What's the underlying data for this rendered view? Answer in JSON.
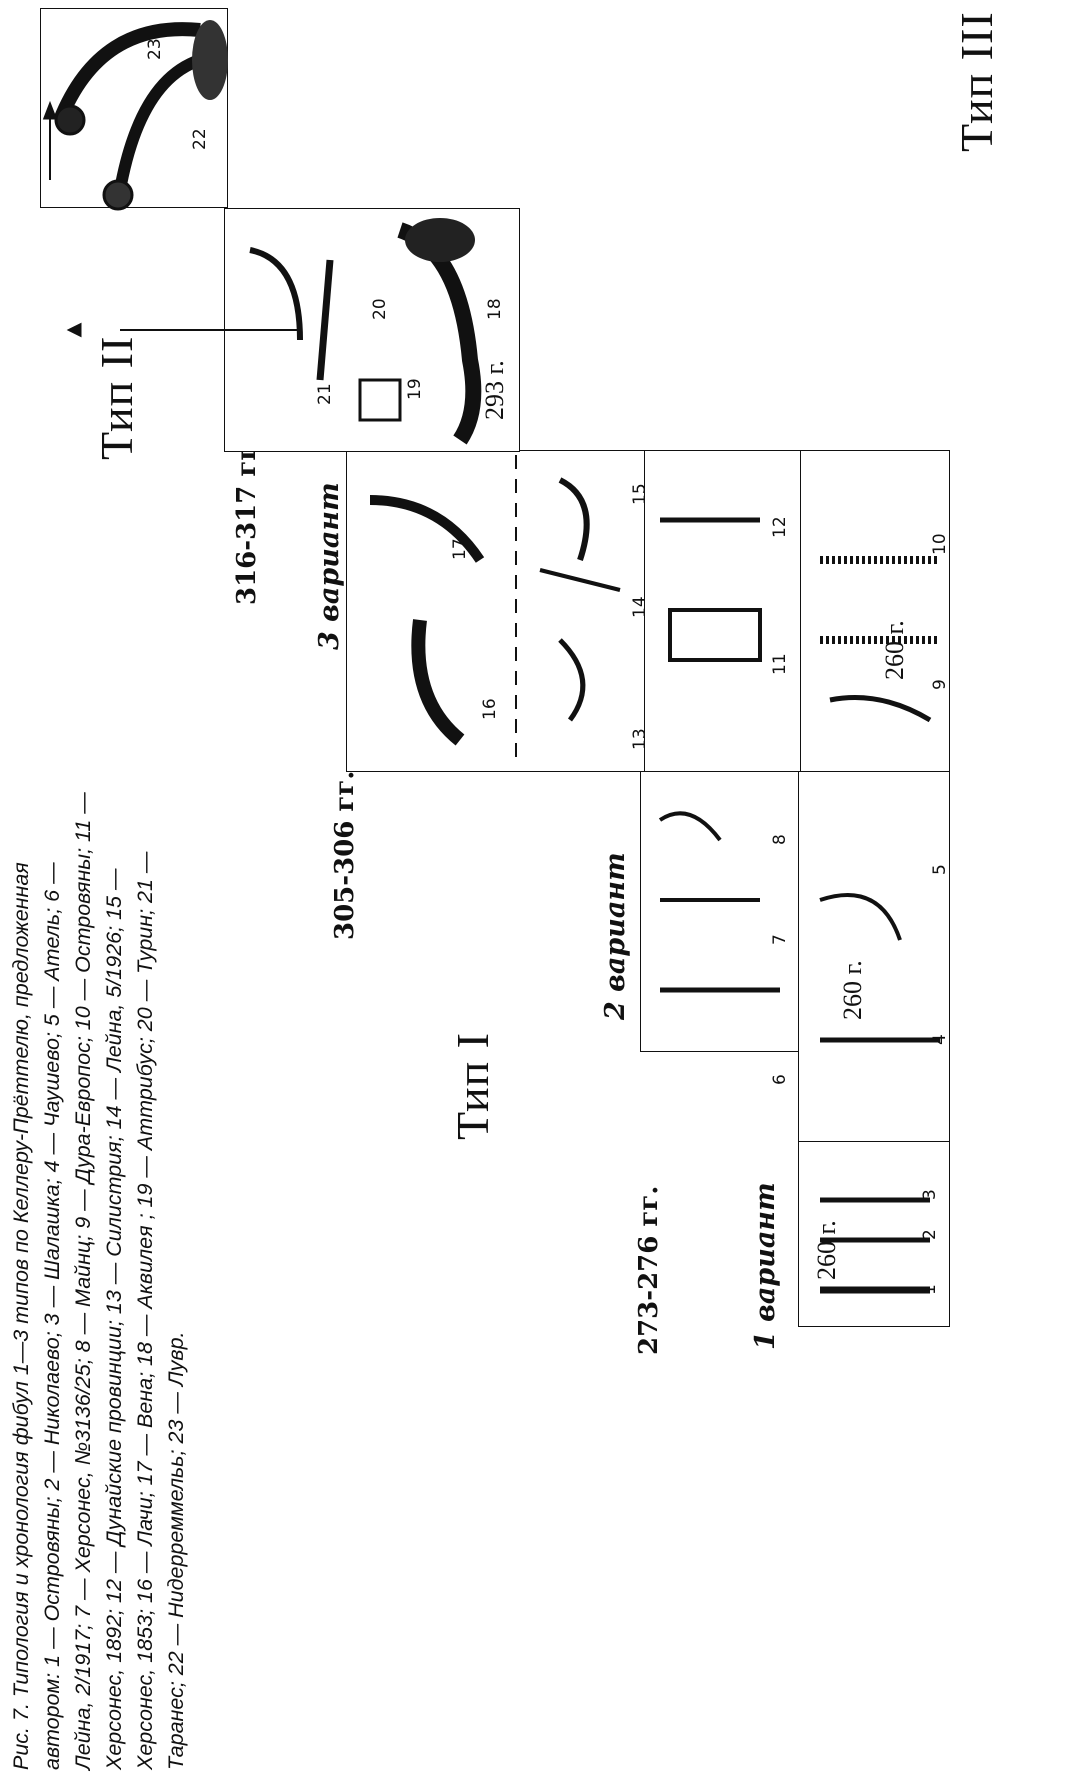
{
  "caption": "Рис. 7. Типология и хронология фибул 1—3 типов по Келлеру-Прёттелю, предложенная автором: 1 — Островяны; 2 — Николаево; 3 — Шалашка; 4 — Чаушево; 5 — Атель; 6 — Лейна, 2/1917; 7 — Херсонес, №3136/25; 8 — Майнц; 9 — Дура-Европос; 10 — Островяны; 11 — Херсонес, 1892; 12 — Дунайские провинции; 13 — Силистрия; 14 — Лейна, 5/1926; 15 — Херсонес, 1853; 16 — Лачи; 17 — Вена; 18 — Аквилея ; 19 — Аттрибус; 20 — Турин; 21 — Таранес; 22 — Нидерреммельь; 23 — Лувр.",
  "types": {
    "t1": "Тип I",
    "t2": "Тип II",
    "t3": "Тип III"
  },
  "variants": {
    "v1": "1 вариант",
    "v2": "2 вариант",
    "v3": "3 вариант"
  },
  "dates": {
    "d1": "273-276 гг.",
    "d2": "305-306 гг.",
    "d3": "316-317 гг."
  },
  "years": {
    "y1": "260 г.",
    "y2": "260 г.",
    "y3": "260 г.",
    "y4": "293 г."
  },
  "numbers": [
    "1",
    "2",
    "3",
    "4",
    "5",
    "6",
    "7",
    "8",
    "9",
    "10",
    "11",
    "12",
    "13",
    "14",
    "15",
    "16",
    "17",
    "18",
    "19",
    "20",
    "21",
    "22",
    "23"
  ]
}
